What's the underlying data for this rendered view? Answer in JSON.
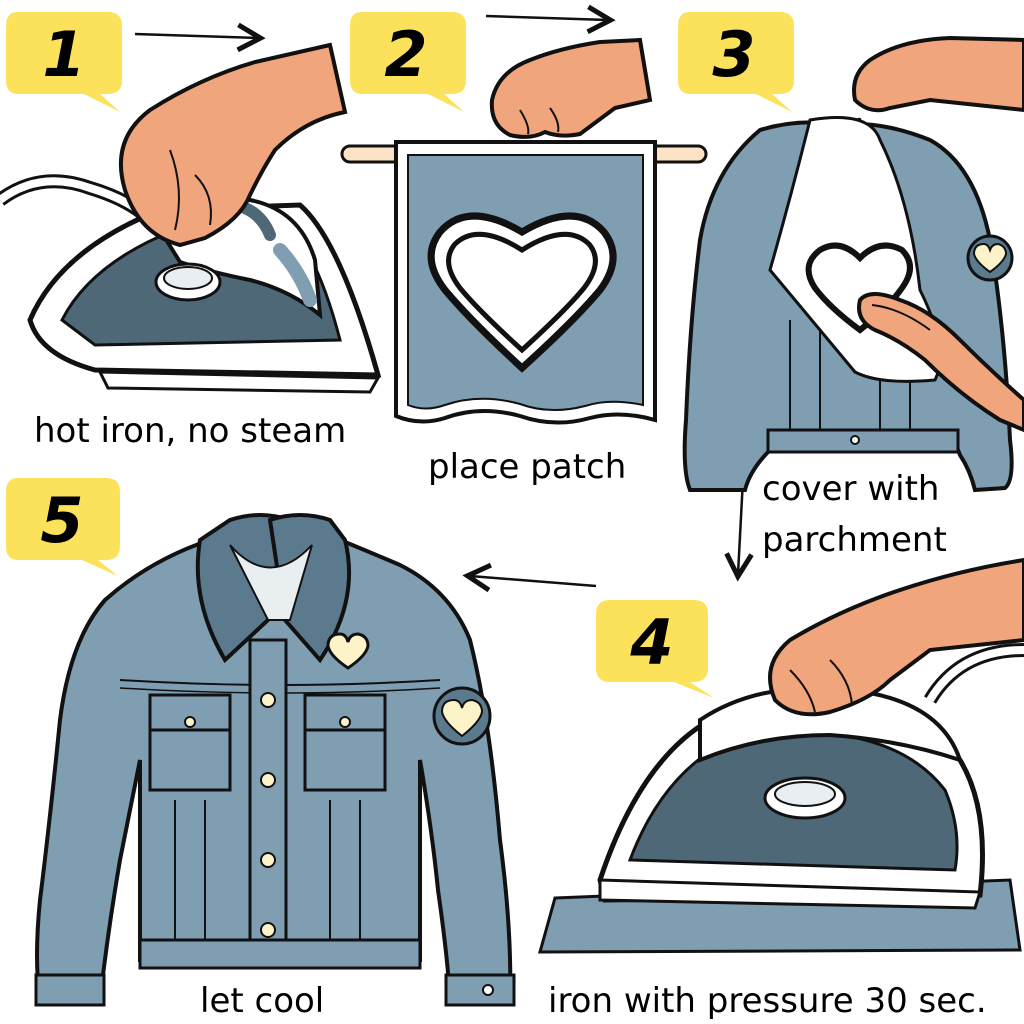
{
  "steps": [
    {
      "number": "1",
      "caption": "hot iron, no steam",
      "illustration": "iron-icon"
    },
    {
      "number": "2",
      "caption": "place patch",
      "illustration": "heart-patch-icon"
    },
    {
      "number": "3",
      "caption_line1": "cover with",
      "caption_line2": "parchment",
      "illustration": "parchment-cover-icon"
    },
    {
      "number": "4",
      "caption": "iron with pressure 30 sec.",
      "illustration": "iron-pressing-icon"
    },
    {
      "number": "5",
      "caption": "let cool",
      "illustration": "denim-jacket-icon"
    }
  ],
  "colors": {
    "badge": "#fbe25a",
    "outline": "#111111",
    "denim": "#7f9eb2",
    "denim_dark": "#5c7a8e",
    "skin": "#f0a57c",
    "iron_body": "#ffffff",
    "iron_dark": "#4f6878",
    "patch_heart": "#ffffff",
    "jacket_heart": "#fdf3c8"
  }
}
